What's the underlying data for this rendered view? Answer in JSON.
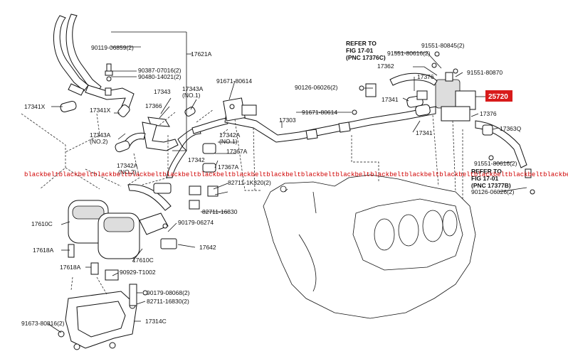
{
  "labels": {
    "p1": "17621A",
    "p2": "90119-06859(2)",
    "p3": "90387-07016(2)",
    "p4": "90480-14021(2)",
    "p5": "17341X",
    "p6": "17341X",
    "p7": "17343",
    "p8": "17343A",
    "p9": "(NO.1)",
    "p10": "17366",
    "p11": "17343A",
    "p12": "(NO.2)",
    "p13": "17342A",
    "p14": "(NO.1)",
    "p15": "17367A",
    "p16": "17342",
    "p17": "17367A",
    "p18": "17342A",
    "p19": "(NO.2)",
    "p20": "91671-80614",
    "p21": "91671-80614",
    "p22": "17303",
    "p23": "90126-06026(2)",
    "p24": "17362",
    "p25": "17376",
    "p26": "17341",
    "p27": "17341",
    "p28": "91551-80845(2)",
    "p29": "91551-80616(2)",
    "p30": "91551-80870",
    "p31": "17376",
    "p32": "17363Q",
    "p33": "91551-80616(2)",
    "p34": "90126-06026(2)",
    "p35": "82711-1K320(2)",
    "p36": "82711-16830",
    "p37": "90179-06274",
    "p38": "17642",
    "p39": "17610C",
    "p40": "17618A",
    "p41": "17610C",
    "p42": "17618A",
    "p43": "90929-T1002",
    "p44": "90179-08068(2)",
    "p45": "82711-16830(2)",
    "p46": "17314C",
    "p47": "91673-80816(2)"
  },
  "refer1": {
    "l1": "REFER TO",
    "l2": "FIG 17-01",
    "l3": "(PNC 17376C)"
  },
  "refer2": {
    "l1": "REFER TO",
    "l2": "FIG 17-01",
    "l3": "(PNC 17377B)"
  },
  "highlight": {
    "text": "25720",
    "color": "#d81b1b"
  },
  "watermark": "blackbeltblackbeltblackbeltblackbeltblackbeltblackbeltblackbeltblackbeltblackbeltblackbeltblackbeltblackbeltblackbeltblackbeltblackbeltblackbeltblackbeltblackbelt"
}
